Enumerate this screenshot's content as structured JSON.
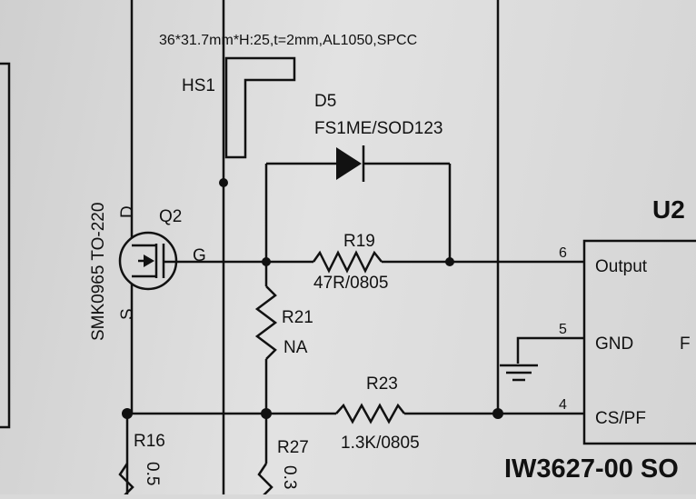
{
  "heatsink": {
    "ref": "HS1",
    "spec": "36*31.7mm*H:25,t=2mm,AL1050,SPCC"
  },
  "diode": {
    "ref": "D5",
    "value": "FS1ME/SOD123"
  },
  "mosfet": {
    "ref": "Q2",
    "part": "SMK0965 TO-220",
    "pin_d": "D",
    "pin_g": "G",
    "pin_s": "S"
  },
  "r19": {
    "ref": "R19",
    "value": "47R/0805"
  },
  "r21": {
    "ref": "R21",
    "value": "NA"
  },
  "r23": {
    "ref": "R23",
    "value": "1.3K/0805"
  },
  "r16": {
    "ref": "R16",
    "value": "0.5"
  },
  "r27": {
    "ref": "R27",
    "value": "0.3"
  },
  "u2": {
    "ref": "U2",
    "part": "IW3627-00 SO",
    "pins": [
      {
        "num": "6",
        "name": "Output"
      },
      {
        "num": "5",
        "name": "GND"
      },
      {
        "num": "4",
        "name": "CS/PF"
      }
    ],
    "right_pin_partial": "F"
  }
}
